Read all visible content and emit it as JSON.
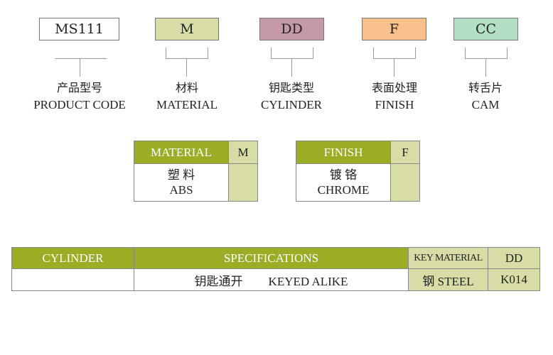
{
  "codes": [
    {
      "code": "MS111",
      "cn": "产品型号",
      "en": "PRODUCT CODE",
      "color": "#ffffff"
    },
    {
      "code": "M",
      "cn": "材料",
      "en": "MATERIAL",
      "color": "#d8dda6"
    },
    {
      "code": "DD",
      "cn": "钥匙类型",
      "en": "CYLINDER",
      "color": "#c49aa9"
    },
    {
      "code": "F",
      "cn": "表面处理",
      "en": "FINISH",
      "color": "#f8c08b"
    },
    {
      "code": "CC",
      "cn": "转舌片",
      "en": "CAM",
      "color": "#b3dfc6"
    }
  ],
  "material_table": {
    "header": "MATERIAL",
    "code": "M",
    "cn": "塑 料",
    "en": "ABS"
  },
  "finish_table": {
    "header": "FINISH",
    "code": "F",
    "cn": "镀 铬",
    "en": "CHROME"
  },
  "cylinder_table": {
    "headers": [
      "CYLINDER",
      "SPECIFICATIONS",
      "KEY MATERIAL",
      "DD"
    ],
    "row": {
      "cylinder": "",
      "spec_cn": "钥匙通开",
      "spec_en": "KEYED ALIKE",
      "key_material": "钢 STEEL",
      "dd": "K014"
    }
  }
}
